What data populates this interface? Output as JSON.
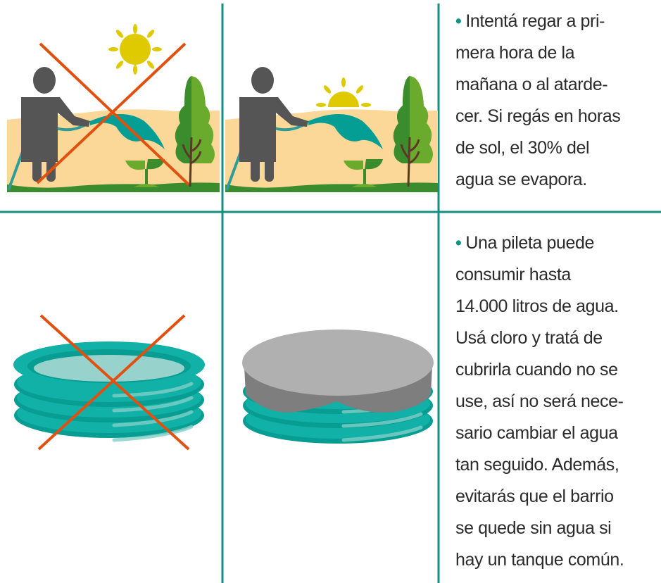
{
  "colors": {
    "grid": "#138f82",
    "cross": "#e2500f",
    "sun": "#dfc900",
    "sand": "#fbd897",
    "grass": "#3b8c2d",
    "person": "#555555",
    "water": "#12a898",
    "pool": "#11b1a7",
    "cover": "#b0b0b0"
  },
  "tips": [
    {
      "bullet": "•",
      "lines": [
        "Intentá regar a pri-",
        "mera hora de la",
        "mañana o al atarde-",
        "cer. Si regás en horas",
        "de sol, el 30% del",
        "agua se evapora."
      ]
    },
    {
      "bullet": "•",
      "lines": [
        "Una pileta puede",
        "consumir hasta",
        "14.000 litros de agua.",
        "Usá cloro y tratá de",
        "cubrirla cuando no se",
        "use, así no será nece-",
        "sario cambiar el agua",
        "tan seguido. Además,",
        "evitarás que el barrio",
        "se quede sin agua si",
        "hay un tanque común."
      ]
    }
  ]
}
